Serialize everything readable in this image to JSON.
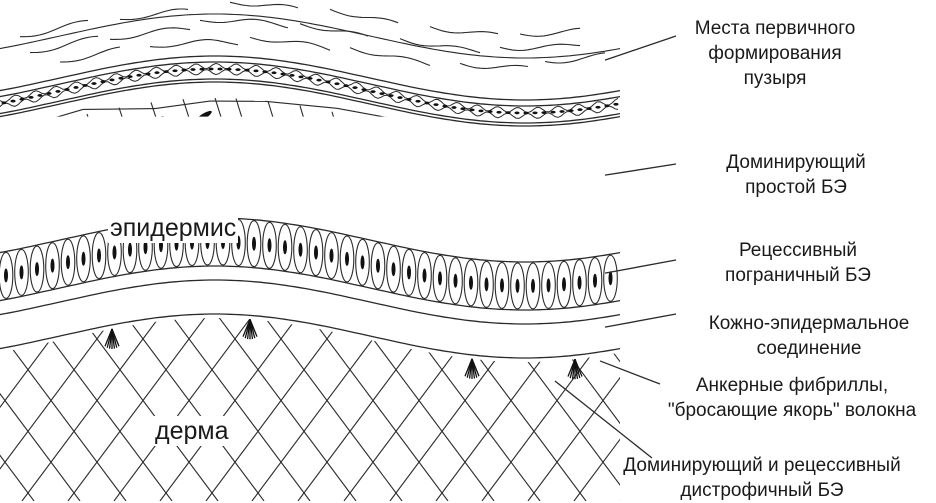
{
  "diagram": {
    "regions": {
      "epidermis": "эпидермис",
      "dermis": "дерма"
    },
    "labels": {
      "primary_blister_sites": [
        "Места первичного",
        "формирования",
        "пузыря"
      ],
      "dominant_simple_eb": [
        "Доминирующий",
        "простой БЭ"
      ],
      "recessive_junctional_eb": [
        "Рецессивный",
        "пограничный БЭ"
      ],
      "dermo_epidermal_junction": [
        "Кожно-эпидермальное",
        "соединение"
      ],
      "anchoring_fibrils": [
        "Анкерные фибриллы,",
        "\"бросающие якорь\" волокна"
      ],
      "dystrophic_eb": [
        "Доминирующий и рецессивный",
        "дистрофичный БЭ"
      ]
    },
    "colors": {
      "line": "#2a2a2a",
      "fill": "#ffffff",
      "nucleus": "#111111"
    }
  }
}
